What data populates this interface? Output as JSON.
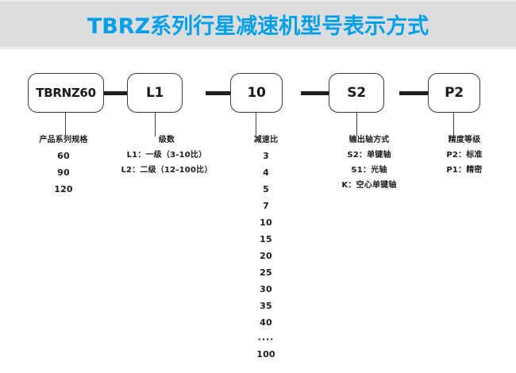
{
  "header": {
    "title": "TBRZ系列行星减速机型号表示方式",
    "background_color": "#dcdddf",
    "title_color": "#00a0e9"
  },
  "diagram": {
    "type": "model-code-breakdown",
    "boxes": [
      {
        "code": "TBRNZ60"
      },
      {
        "code": "L1"
      },
      {
        "code": "10"
      },
      {
        "code": "S2"
      },
      {
        "code": "P2"
      }
    ],
    "columns": [
      {
        "title": "产品系列规格",
        "items": [
          "60",
          "90",
          "120"
        ]
      },
      {
        "title": "级数",
        "items": [
          "L1：一级（3-10比）",
          "L2：二级（12-100比）"
        ]
      },
      {
        "title": "减速比",
        "items": [
          "3",
          "4",
          "5",
          "7",
          "10",
          "15",
          "20",
          "25",
          "30",
          "35",
          "40",
          "····",
          "100"
        ]
      },
      {
        "title": "输出轴方式",
        "items": [
          "S2：单键轴",
          "S1：光轴",
          "K：空心单键轴"
        ]
      },
      {
        "title": "精度等级",
        "items": [
          "P2：标准",
          "P1：精密"
        ]
      }
    ]
  }
}
